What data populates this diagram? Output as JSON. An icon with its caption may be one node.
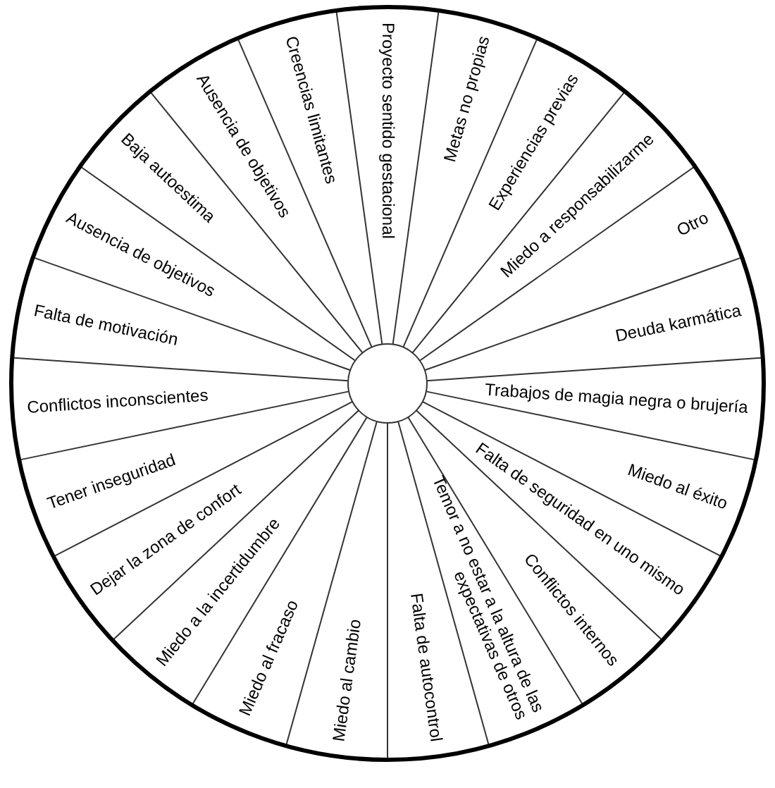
{
  "diagram": {
    "nodes": [
      {
        "text": [
          "Proyecto sentido gestacional"
        ]
      },
      {
        "text": [
          "Metas no propias"
        ]
      },
      {
        "text": [
          "Experiencias previas"
        ]
      },
      {
        "text": [
          "Miedo  a responsabilizarme"
        ]
      },
      {
        "text": [
          "Otro"
        ]
      },
      {
        "text": [
          "Deuda karmática"
        ]
      },
      {
        "text": [
          "Trabajos de magia negra o brujería"
        ]
      },
      {
        "text": [
          "Miedo al éxito"
        ]
      },
      {
        "text": [
          "Falta de seguridad en uno mismo"
        ]
      },
      {
        "text": [
          "Conflictos internos"
        ]
      },
      {
        "text": [
          "Temor a no estar a la altura de las expectativas de otros"
        ]
      },
      {
        "text": [
          "Falta de autocontrol"
        ]
      },
      {
        "text": [
          "Miedo al cambio"
        ]
      },
      {
        "text": [
          "Miedo al fracaso"
        ]
      },
      {
        "text": [
          "Miedo a la incertidumbre"
        ]
      },
      {
        "text": [
          "Dejar la zona de confort"
        ]
      },
      {
        "text": [
          "Tener inseguridad"
        ]
      },
      {
        "text": [
          "Conflictos inconscientes"
        ]
      },
      {
        "text": [
          "Falta de motivación"
        ]
      },
      {
        "text": [
          "Ausencia de objetivos"
        ]
      },
      {
        "text": [
          "Baja autoestima"
        ]
      },
      {
        "text": [
          "Ausencia de objetivos"
        ]
      },
      {
        "text": [
          "Creencias limitantes"
        ]
      }
    ]
  }
}
